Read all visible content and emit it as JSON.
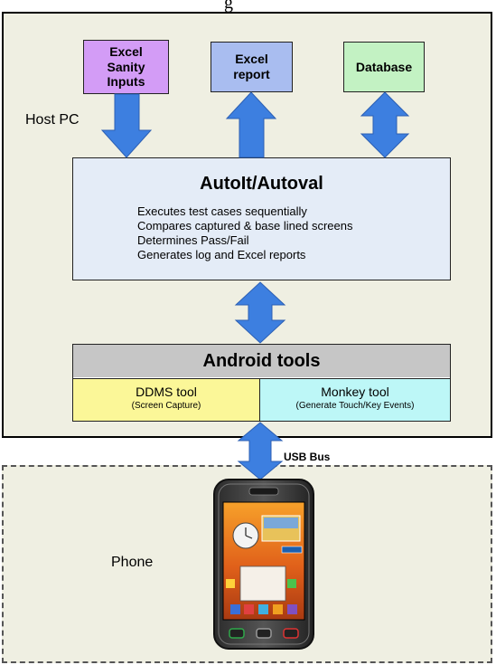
{
  "diagram": {
    "top_fragment": "g",
    "host_label": "Host PC",
    "phone_label": "Phone",
    "usb_label": "USB Bus",
    "top_boxes": [
      {
        "id": "inputs",
        "label": "Excel\nSanity\nInputs",
        "color": "#d39cf6"
      },
      {
        "id": "report",
        "label": "Excel\nreport",
        "color": "#a9bdf0"
      },
      {
        "id": "database",
        "label": "Database",
        "color": "#c3f2c3"
      }
    ],
    "autoit": {
      "title": "AutoIt/Autoval",
      "lines": [
        "Executes test cases sequentially",
        "Compares captured & base lined screens",
        "Determines Pass/Fail",
        "Generates log and Excel reports"
      ]
    },
    "android_tools": {
      "title": "Android tools",
      "ddms": {
        "name": "DDMS tool",
        "sub": "(Screen Capture)"
      },
      "monkey": {
        "name": "Monkey tool",
        "sub": "(Generate Touch/Key Events)"
      }
    },
    "colors": {
      "arrow_fill": "#3d7fe0",
      "arrow_stroke": "#2c5fb3",
      "region_bg": "#efefe2"
    },
    "arrows": [
      {
        "from": "inputs",
        "to": "autoit",
        "direction": "down"
      },
      {
        "from": "autoit",
        "to": "report",
        "direction": "up"
      },
      {
        "between": "database",
        "and": "autoit",
        "direction": "both"
      },
      {
        "between": "autoit",
        "and": "android_tools",
        "direction": "both"
      },
      {
        "between": "android_tools",
        "and": "phone",
        "direction": "both"
      }
    ]
  }
}
